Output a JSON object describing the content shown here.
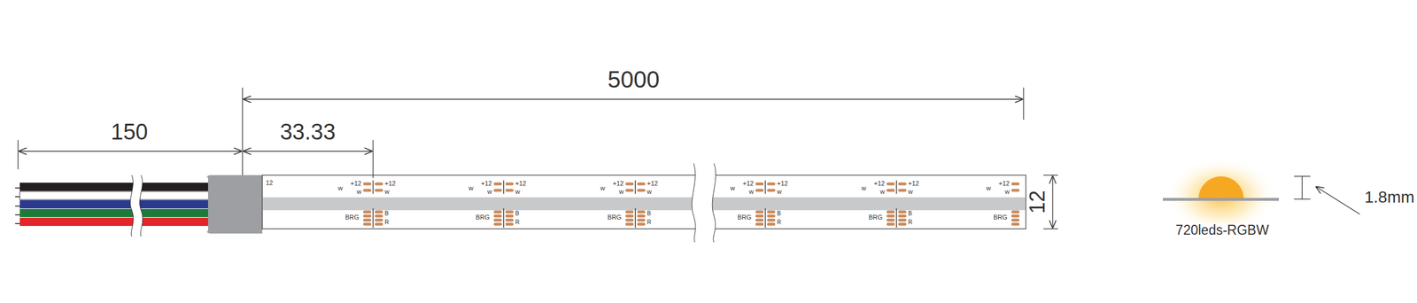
{
  "diagram": {
    "labels": [
      "150",
      "5000",
      "33.33",
      "12",
      "1.8mm",
      "720leds-RGBW",
      "12",
      "w",
      "+12",
      "w",
      "+12",
      "w",
      "BRG",
      "B",
      "R",
      "w",
      "+12",
      "w",
      "+12",
      "w",
      "BRG",
      "B",
      "R",
      "w",
      "+12",
      "w",
      "+12",
      "w",
      "BRG",
      "B",
      "R",
      "w",
      "+12",
      "w",
      "+12",
      "w",
      "BRG",
      "B",
      "R",
      "w",
      "+12",
      "w",
      "+12",
      "w",
      "BRG",
      "B",
      "R",
      "w",
      "+12",
      "w",
      "BRG"
    ]
  }
}
